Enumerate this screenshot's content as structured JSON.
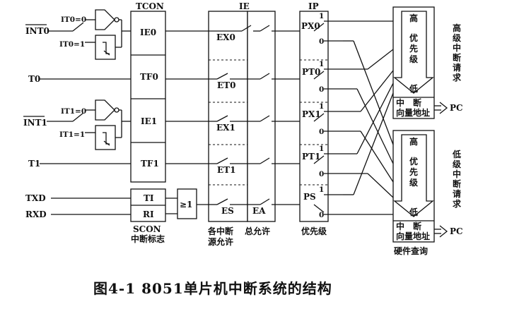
{
  "inputs": {
    "int0": "INT0",
    "t0": "T0",
    "int1": "INT1",
    "t1": "T1",
    "txd": "TXD",
    "rxd": "RXD"
  },
  "trigger_labels": {
    "it0_0": "IT0=0",
    "it0_1": "IT0=1",
    "it1_0": "IT1=0",
    "it1_1": "IT1=1"
  },
  "tcon": {
    "title": "TCON",
    "flags": [
      "IE0",
      "TF0",
      "IE1",
      "TF1"
    ]
  },
  "scon": {
    "flags": [
      "TI",
      "RI"
    ],
    "title": "SCON",
    "subtitle": "中断标志"
  },
  "or_gate": "≥1",
  "ie": {
    "title": "IE",
    "bits": [
      "EX0",
      "ET0",
      "EX1",
      "ET1",
      "ES"
    ],
    "ea": "EA",
    "source_label_1": "各中断",
    "source_label_2": "源允许",
    "global_label": "总允许"
  },
  "ip": {
    "title": "IP",
    "bits": [
      "PX0",
      "PT0",
      "PX1",
      "PT1",
      "PS"
    ],
    "one": "1",
    "zero": "0",
    "label": "优先级"
  },
  "priority_high": {
    "top": "高",
    "mid": [
      "优",
      "先",
      "级"
    ],
    "bottom": "低",
    "vector_1": "中　断",
    "vector_2": "向量地址",
    "side_label": [
      "高",
      "级",
      "中",
      "断",
      "请",
      "求"
    ],
    "pc": "PC"
  },
  "priority_low": {
    "top": "高",
    "mid": [
      "优",
      "先",
      "级"
    ],
    "bottom": "低",
    "vector_1": "中　断",
    "vector_2": "向量地址",
    "side_label": [
      "低",
      "级",
      "中",
      "断",
      "请",
      "求"
    ],
    "pc": "PC"
  },
  "hardware_label": "硬件查询",
  "caption": "图4-1  8051单片机中断系统的结构"
}
